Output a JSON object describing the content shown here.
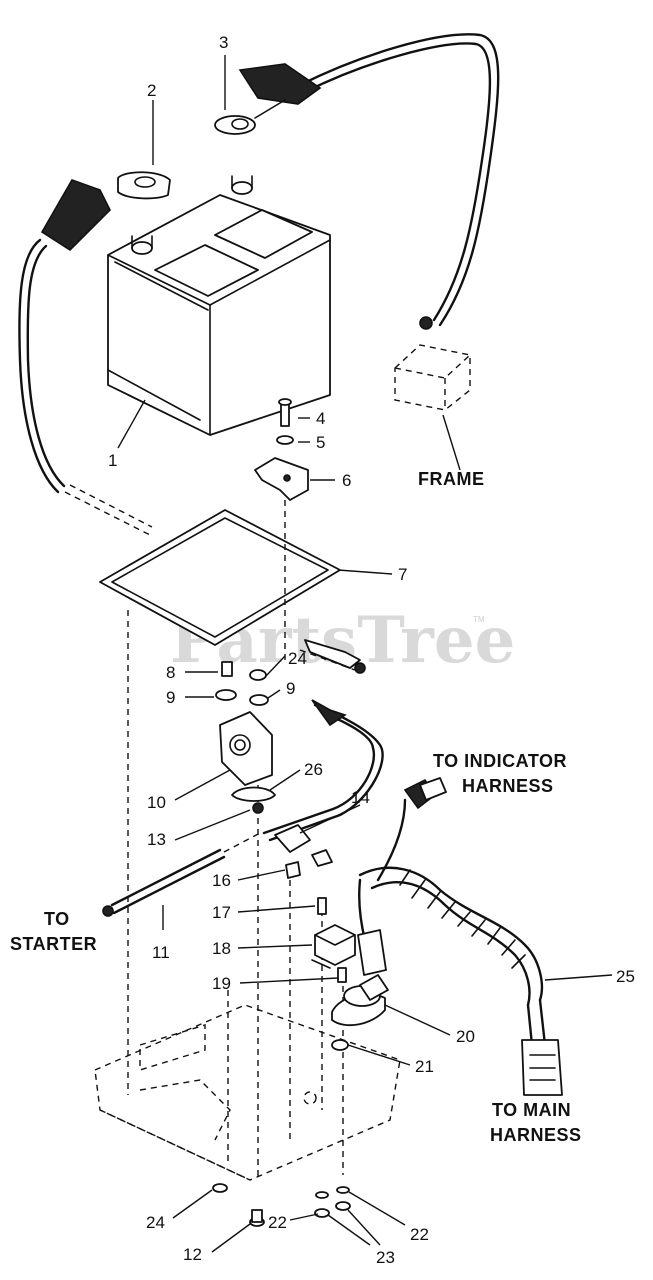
{
  "watermark": "PartsTree",
  "watermark_tm": "TM",
  "callouts": {
    "c1": "1",
    "c2": "2",
    "c3": "3",
    "c4": "4",
    "c5": "5",
    "c6": "6",
    "c7": "7",
    "c8": "8",
    "c9a": "9",
    "c9b": "9",
    "c10": "10",
    "c11": "11",
    "c12": "12",
    "c13": "13",
    "c14": "14",
    "c16": "16",
    "c17": "17",
    "c18": "18",
    "c19": "19",
    "c20": "20",
    "c21": "21",
    "c22a": "22",
    "c22b": "22",
    "c23": "23",
    "c24a": "24",
    "c24b": "24",
    "c25": "25",
    "c26": "26"
  },
  "captions": {
    "frame": "FRAME",
    "indicator_1": "TO INDICATOR",
    "indicator_2": "HARNESS",
    "starter_1": "TO",
    "starter_2": "STARTER",
    "main_1": "TO MAIN",
    "main_2": "HARNESS"
  }
}
